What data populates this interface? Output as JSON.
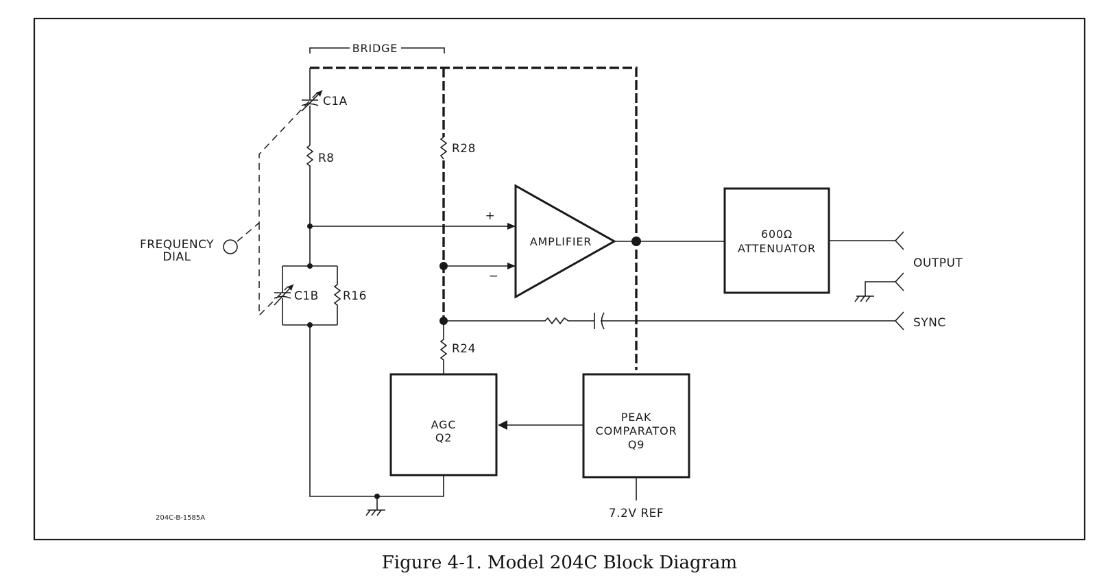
{
  "labels": {
    "bridge": "BRIDGE",
    "c1a": "C1A",
    "r8": "R8",
    "r28": "R28",
    "frequency": "FREQUENCY",
    "dial": "DIAL",
    "c1b": "C1B",
    "r16": "R16",
    "plus": "+",
    "minus": "−",
    "amplifier": "AMPLIFIER",
    "attenuator_line1": "600Ω",
    "attenuator_line2": "ATTENUATOR",
    "output": "OUTPUT",
    "sync": "SYNC",
    "r24": "R24",
    "agc_line1": "AGC",
    "agc_line2": "Q2",
    "peak_line1": "PEAK",
    "peak_line2": "COMPARATOR",
    "peak_line3": "Q9",
    "ref": "7.2V REF",
    "drawing_number": "204C-B-1585A"
  },
  "caption": "Figure 4-1.  Model 204C Block Diagram"
}
